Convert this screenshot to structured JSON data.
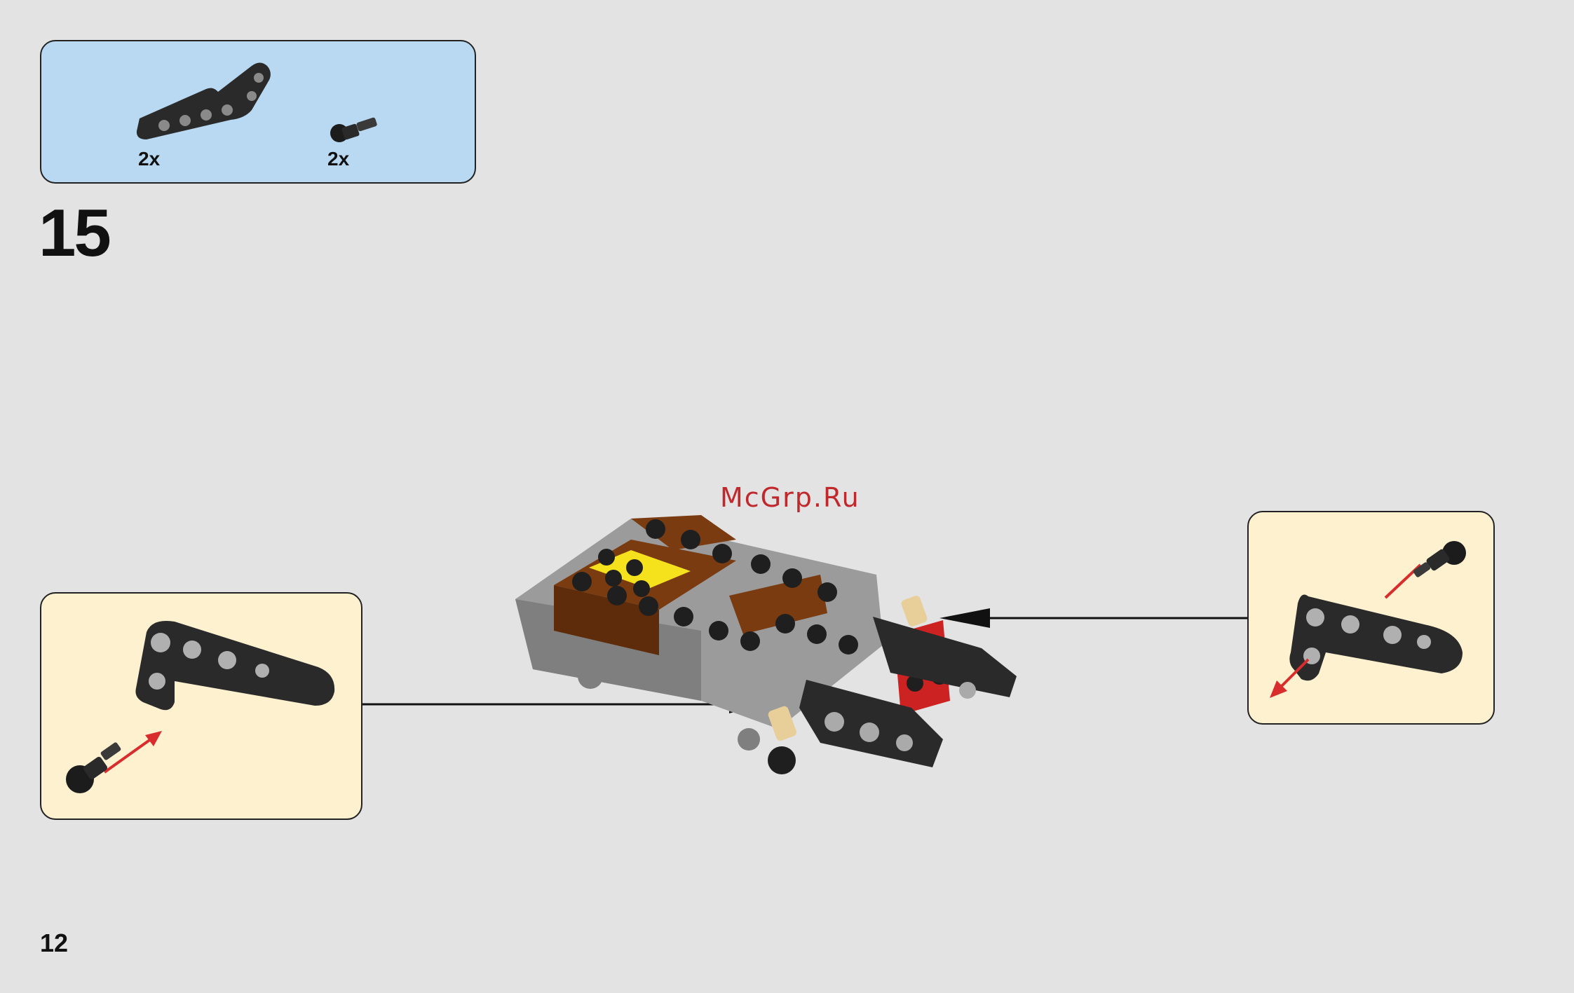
{
  "parts_list": {
    "items": [
      {
        "icon": "l-beam-icon",
        "quantity": "2x"
      },
      {
        "icon": "axle-pin-icon",
        "quantity": "2x"
      }
    ]
  },
  "step": {
    "number": "15"
  },
  "page": {
    "number": "12"
  },
  "watermark": {
    "text": "McGrp.Ru"
  },
  "colors": {
    "background": "#e3e3e3",
    "parts_box": "#b9d9f3",
    "callout": "#fdf1d0",
    "brick_black": "#2a2a2a",
    "brick_gray": "#9b9b9b",
    "brick_brown": "#7a3b10",
    "brick_yellow": "#f5e21c",
    "brick_red": "#cc2222",
    "pin_tan": "#e8cf9a",
    "arrow_red": "#d92d2d"
  }
}
